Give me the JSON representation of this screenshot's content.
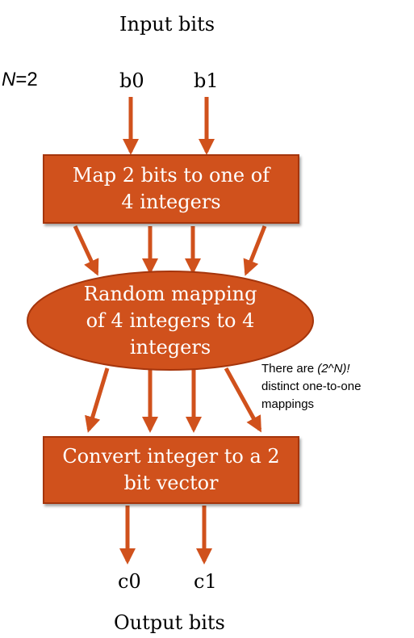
{
  "header": {
    "input_title": "Input bits",
    "n_prefix": "N",
    "n_suffix": "=2"
  },
  "inputs": {
    "b0": "b0",
    "b1": "b1"
  },
  "blocks": {
    "map": "Map 2 bits to one of\n4 integers",
    "random": "Random mapping\nof 4 integers to 4\nintegers",
    "convert": "Convert integer to a 2\nbit vector"
  },
  "note": {
    "line1_a": "There are ",
    "line1_b": "(2^N)!",
    "line2": "distinct one-to-one",
    "line3": "mappings"
  },
  "outputs": {
    "c0": "c0",
    "c1": "c1"
  },
  "footer": {
    "output_title": "Output bits"
  },
  "colors": {
    "block_fill": "#d0511c",
    "block_border": "#a5350c",
    "arrow": "#d0511c"
  }
}
